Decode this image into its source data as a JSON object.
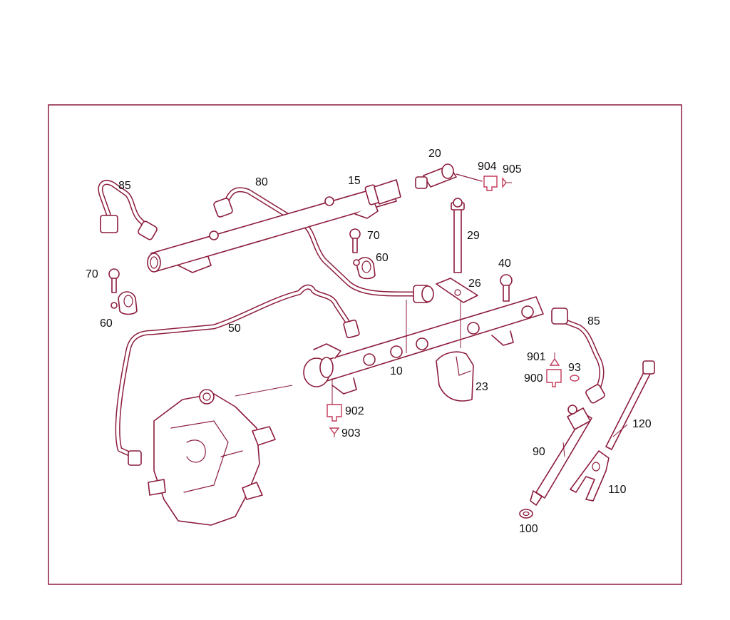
{
  "diagram": {
    "colors": {
      "line": "#8c1c3c",
      "symbol": "#c23a5a",
      "text": "#111111",
      "background": "#ffffff"
    },
    "labels": {
      "p20": "20",
      "p904": "904",
      "p905": "905",
      "p85a": "85",
      "p80": "80",
      "p15": "15",
      "p70a": "70",
      "p60a": "60",
      "p29": "29",
      "p70b": "70",
      "p60b": "60",
      "p40": "40",
      "p26": "26",
      "p50": "50",
      "p85b": "85",
      "p901": "901",
      "p93": "93",
      "p900": "900",
      "p10": "10",
      "p23": "23",
      "p902": "902",
      "p903": "903",
      "p120": "120",
      "p90": "90",
      "p110": "110",
      "p100": "100"
    }
  }
}
